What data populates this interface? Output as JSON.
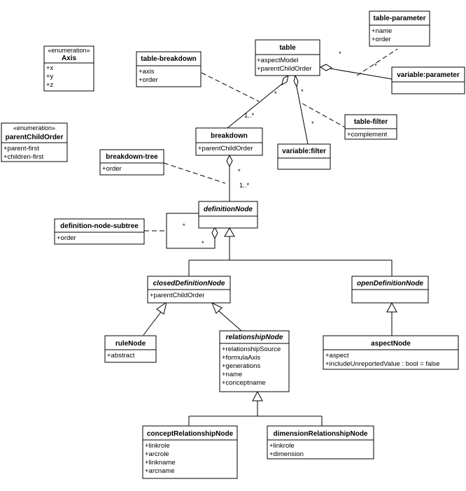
{
  "classes": {
    "axis": {
      "stereotype": "«enumeration»",
      "name": "Axis",
      "attrs": [
        "+x",
        "+y",
        "+z"
      ]
    },
    "parentChildOrder": {
      "stereotype": "«enumeration»",
      "name": "parentChildOrder",
      "attrs": [
        "+parent-first",
        "+children-first"
      ]
    },
    "tableBreakdown": {
      "name": "table-breakdown",
      "attrs": [
        "+axis",
        "+order"
      ]
    },
    "table": {
      "name": "table",
      "attrs": [
        "+aspectModel",
        "+parentChildOrder"
      ]
    },
    "tableParameter": {
      "name": "table-parameter",
      "attrs": [
        "+name",
        "+order"
      ]
    },
    "variableParameter": {
      "name": "variable:parameter",
      "attrs": []
    },
    "tableFilter": {
      "name": "table-filter",
      "attrs": [
        "+complement"
      ]
    },
    "variableFilter": {
      "name": "variable:filter",
      "attrs": []
    },
    "breakdown": {
      "name": "breakdown",
      "attrs": [
        "+parentChildOrder"
      ]
    },
    "breakdownTree": {
      "name": "breakdown-tree",
      "attrs": [
        "+order"
      ]
    },
    "definitionNode": {
      "name": "definitionNode",
      "attrs": []
    },
    "definitionNodeSubtree": {
      "name": "definition-node-subtree",
      "attrs": [
        "+order"
      ]
    },
    "closedDefinitionNode": {
      "name": "closedDefinitionNode",
      "attrs": [
        "+parentChildOrder"
      ]
    },
    "openDefinitionNode": {
      "name": "openDefinitionNode",
      "attrs": []
    },
    "ruleNode": {
      "name": "ruleNode",
      "attrs": [
        "+abstract"
      ]
    },
    "relationshipNode": {
      "name": "relationshipNode",
      "attrs": [
        "+relationshipSource",
        "+formulaAxis",
        "+generations",
        "+name",
        "+conceptname"
      ]
    },
    "aspectNode": {
      "name": "aspectNode",
      "attrs": [
        "+aspect",
        "+includeUnreportedValue : bool = false"
      ]
    },
    "conceptRelationshipNode": {
      "name": "conceptRelationshipNode",
      "attrs": [
        "+linkrole",
        "+arcrole",
        "+linkname",
        "+arcname"
      ]
    },
    "dimensionRelationshipNode": {
      "name": "dimensionRelationshipNode",
      "attrs": [
        "+linkrole",
        "+dimension"
      ]
    }
  },
  "multiplicities": {
    "tableParamStarA": "*",
    "tableParamStarB": "*",
    "tableBreakdownStar": "*",
    "tableBreakdownMany": "1..*",
    "tableFilterStarA": "*",
    "tableFilterStarB": "*",
    "breakdownTreeStar": "*",
    "breakdownTreeMany": "1..*",
    "subtreeStarA": "*",
    "subtreeStarB": "*"
  }
}
